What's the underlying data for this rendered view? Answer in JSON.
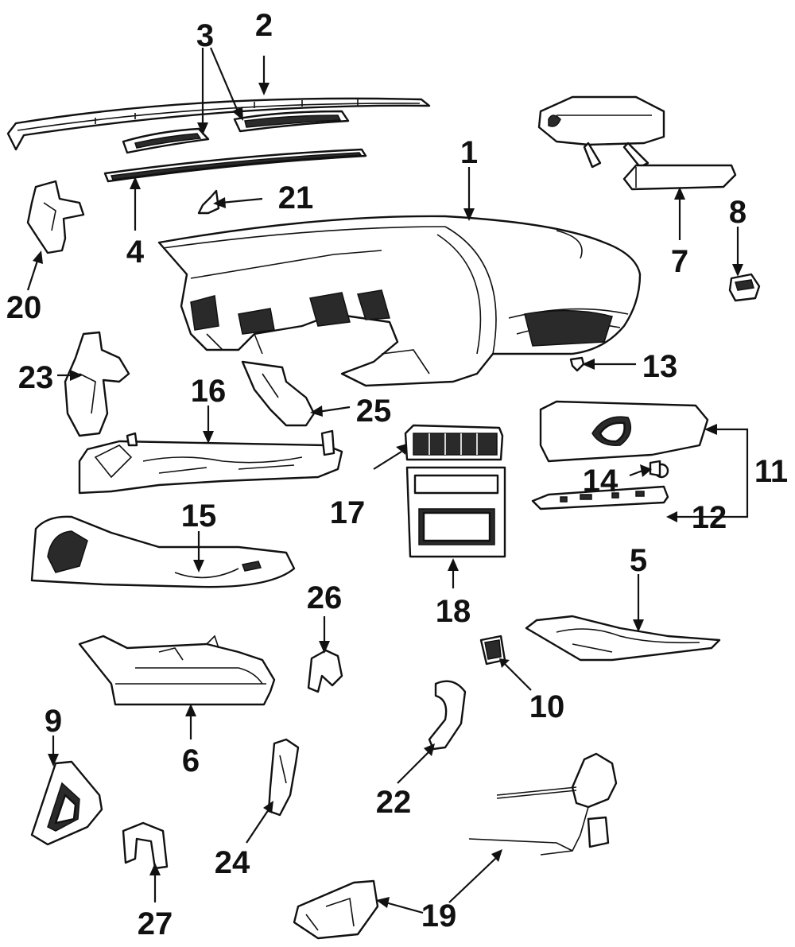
{
  "labels": {
    "l1": "1",
    "l2": "2",
    "l3": "3",
    "l4": "4",
    "l5": "5",
    "l6": "6",
    "l7": "7",
    "l8": "8",
    "l9": "9",
    "l10": "10",
    "l11": "11",
    "l12": "12",
    "l13": "13",
    "l14": "14",
    "l15": "15",
    "l16": "16",
    "l17": "17",
    "l18": "18",
    "l19": "19",
    "l20": "20",
    "l21": "21",
    "l22": "22",
    "l23": "23",
    "l24": "24",
    "l25": "25",
    "l26": "26",
    "l27": "27"
  },
  "colors": {
    "ink": "#111111",
    "paper": "#ffffff"
  }
}
